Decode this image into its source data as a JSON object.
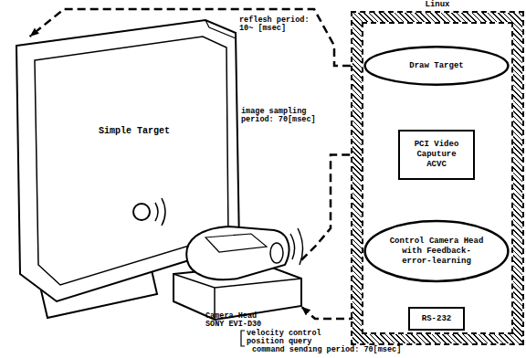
{
  "diagram": {
    "nodes": [
      {
        "text": [
          "Linux"
        ]
      },
      {
        "text": [
          "Draw Target"
        ],
        "in": 0
      },
      {
        "text": [
          "PCI Video Caputure ACVC"
        ],
        "in": 0
      },
      {
        "text": [
          "Control Camera Head with Feedback-error-learning"
        ],
        "in": 0
      },
      {
        "text": [
          "RS-232"
        ],
        "in": 0
      },
      {
        "text": [
          "Simple Target"
        ]
      },
      {
        "text": [
          "Camera Head SONY EVI-D30"
        ]
      }
    ],
    "edges": [
      {
        "from": 1,
        "to": 5,
        "arrow": "to",
        "label": "reflesh period: 10~ [msec]"
      },
      {
        "from": 6,
        "to": 2,
        "arrow": "to",
        "label": "image sampling period: 70[msec]"
      },
      {
        "from": 2,
        "to": 3,
        "arrow": "to"
      },
      {
        "from": 3,
        "to": 4,
        "arrow": "to"
      },
      {
        "from": 4,
        "to": 6,
        "arrow": "to",
        "label": "command sending period: 70[msec]"
      }
    ],
    "labels": [
      "velocity control",
      "position query"
    ]
  }
}
